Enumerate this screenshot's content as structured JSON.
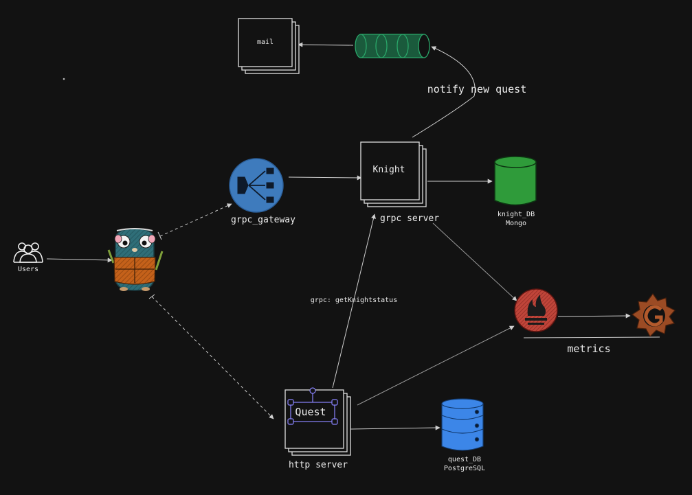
{
  "nodes": {
    "users": {
      "label": "Users"
    },
    "mail": {
      "label": "mail"
    },
    "queue": {
      "label": ""
    },
    "grpc_gateway": {
      "label": "grpc_gateway"
    },
    "knight": {
      "label": "Knight",
      "sublabel": "grpc server"
    },
    "knight_db": {
      "label": "knight_DB",
      "sublabel": "Mongo"
    },
    "prometheus": {
      "label": ""
    },
    "grafana": {
      "label": ""
    },
    "metrics": {
      "label": "metrics"
    },
    "quest": {
      "label": "Quest",
      "sublabel": "http server"
    },
    "quest_db": {
      "label": "quest_DB",
      "sublabel": "PostgreSQL"
    }
  },
  "edges": {
    "notify": {
      "label": "notify new quest"
    },
    "grpc_status": {
      "label": "grpc: getKnightstatus"
    }
  },
  "colors": {
    "background": "#121212",
    "stroke": "#e0e0e0",
    "gateway_blue": "#3e7bbd",
    "mongo_green": "#2f9b3a",
    "postgres_blue": "#3c86e8",
    "queue_green": "#1a5a3c",
    "prometheus_red": "#c0453a",
    "gopher_teal": "#2f6e78",
    "gopher_orange": "#c4611a",
    "selection_purple": "#8a84ff"
  },
  "icons": {
    "users": "users-group-icon",
    "gateway": "gateway-split-icon",
    "gopher": "go-gopher-icon",
    "prometheus": "prometheus-flame-icon",
    "grafana": "grafana-gear-icon",
    "queue": "message-queue-icon",
    "mongo": "database-cylinder-icon",
    "postgres": "database-stack-icon"
  }
}
